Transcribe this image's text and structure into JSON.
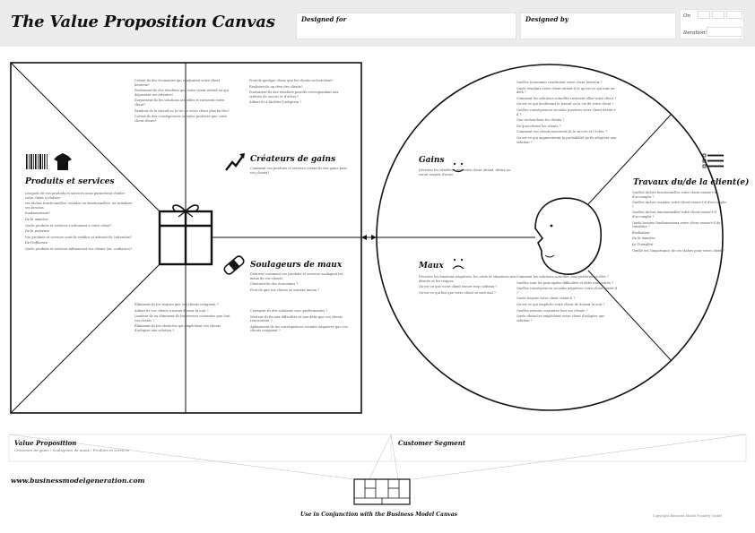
{
  "header": {
    "title": "The Value Proposition Canvas",
    "designed_for_label": "Designed for",
    "designed_by_label": "Designed by",
    "on_label": "On",
    "iteration_label": "Iteration:"
  },
  "value_map": {
    "products": {
      "title": "Produits et services",
      "lines": [
        "Lesquels de vos produits et services nous permettent d'aider votre client à réaliser",
        "ses tâches fonctionnelles, sociales ou émotionnelles, ou satisfaire ses besoins",
        "fondamentaux?",
        "De la manière",
        "Quels produits et services s'adressent à votre client?",
        "De la présence",
        "Vos produits et services sont-ils visibles et attirent-ils l'attention?",
        "De l'influence",
        "Quels produits et services influencent vos clients (ex: confiance)?"
      ]
    },
    "gain_creators": {
      "title": "Créateurs de gains",
      "lines": [
        "Comment vos produits et services créent-ils des gains pour vos clients?",
        "Créent-ils des économies qui rendraient votre client heureux?",
        "Produisent-ils des résultats que votre client attend ou qui dépassent ses attentes?",
        "Surpassent-ils les solutions actuelles et ravissent votre client?",
        "Rendent-ils le travail ou la vie de votre client plus faciles?",
        "Créent-ils des conséquences sociales positives que votre client désire?",
        "Font-ils quelque chose que les clients recherchent?",
        "Réalisent-ils un rêve des clients?",
        "Produisent-ils des résultats positifs correspondant aux critères de succès et d'échec?",
        "Aident-ils à faciliter l'adoption ?"
      ]
    },
    "pain_relievers": {
      "title": "Soulageurs de maux",
      "lines": [
        "Décrivez comment vos produits et services soulagent les maux de vos clients.",
        "Génèrent-ils des économies ?",
        "Font-ils que vos clients se sentent mieux ?",
        "Corrigent-ils des solutions sous-performantes ?",
        "Mettent-ils fin aux difficultés et aux défis que vos clients rencontrent ?",
        "Aplanissent-ils les conséquences sociales négatives que vos clients craignent ?",
        "Éliminent-ils les risques que vos clients craignent ?",
        "Aident-ils vos clients à mieux dormir la nuit ?",
        "Limitent-ils ou éliminent-ils les erreurs courantes que font vos clients ?",
        "Éliminent-ils les obstacles qui empêchent vos clients d'adopter une solution ?"
      ]
    }
  },
  "customer_profile": {
    "gains": {
      "title": "Gains",
      "lines": [
        "Décrivez les bénéfices que votre client attend, désire ou serait surpris d'avoir.",
        "Quelles économies rendraient votre client heureux ?",
        "Quels résultats votre client attend-il et qu'est-ce qui irait au-delà ?",
        "Comment les solutions actuelles ravissent-elles votre client ?",
        "Qu'est-ce qui faciliterait le travail ou la vie de votre client ?",
        "Quelles conséquences sociales positives votre client désire-t-il ?",
        "Que recherchent les clients ?",
        "De quoi rêvent les clients ?",
        "Comment vos clients mesurent-ils le succès et l'échec ?",
        "Qu'est-ce qui augmenterait la probabilité qu'ils adoptent une solution ?"
      ]
    },
    "pains": {
      "title": "Maux",
      "lines": [
        "Décrivez les émotions négatives, les coûts et situations non désirés et les risques.",
        "Qu'est-ce que votre client trouve trop coûteux ?",
        "Qu'est-ce qui fait que votre client se sent mal ?",
        "Comment les solutions actuelles sous-performent-elles ?",
        "Quelles sont les principales difficultés et défis rencontrés ?",
        "Quelles conséquences sociales négatives votre client craint-il ?",
        "Quels risques votre client craint-il ?",
        "Qu'est-ce qui empêche votre client de dormir la nuit ?",
        "Quelles erreurs courantes font vos clients ?",
        "Quels obstacles empêchent votre client d'adopter une solution ?"
      ]
    },
    "jobs": {
      "title": "Travaux du/de la client(e)",
      "lines": [
        "Quelles tâches fonctionnelles votre client essaie-t-il d'accomplir ?",
        "Quelles tâches sociales votre client essaie-t-il d'accomplir ?",
        "Quelles tâches émotionnelles votre client essaie-t-il d'accomplir ?",
        "Quels besoins fondamentaux votre client essaie-t-il de satisfaire ?",
        "Évaluateur",
        "De la manière",
        "Le Transféré",
        "Quelle est l'importance de ces tâches pour votre client ?"
      ]
    }
  },
  "footer": {
    "value_proposition_label": "Value Proposition",
    "value_proposition_sub": "Créateurs de gains / Soulageurs de maux / Produits et services",
    "customer_segment_label": "Customer Segment",
    "url": "www.businessmodelgeneration.com",
    "use_in_conjunction": "Use in Conjunction with the Business Model Canvas",
    "copyright": "Copyright Business Model Foundry GmbH"
  },
  "icons": {
    "barcode": "barcode-icon",
    "shirt": "shirt-icon",
    "gift": "gift-icon",
    "trend_up": "trend-up-icon",
    "bandage": "bandage-icon",
    "smile": "smiley-happy-icon",
    "frown": "smiley-sad-icon",
    "checklist": "checklist-icon",
    "face": "face-profile-icon"
  }
}
